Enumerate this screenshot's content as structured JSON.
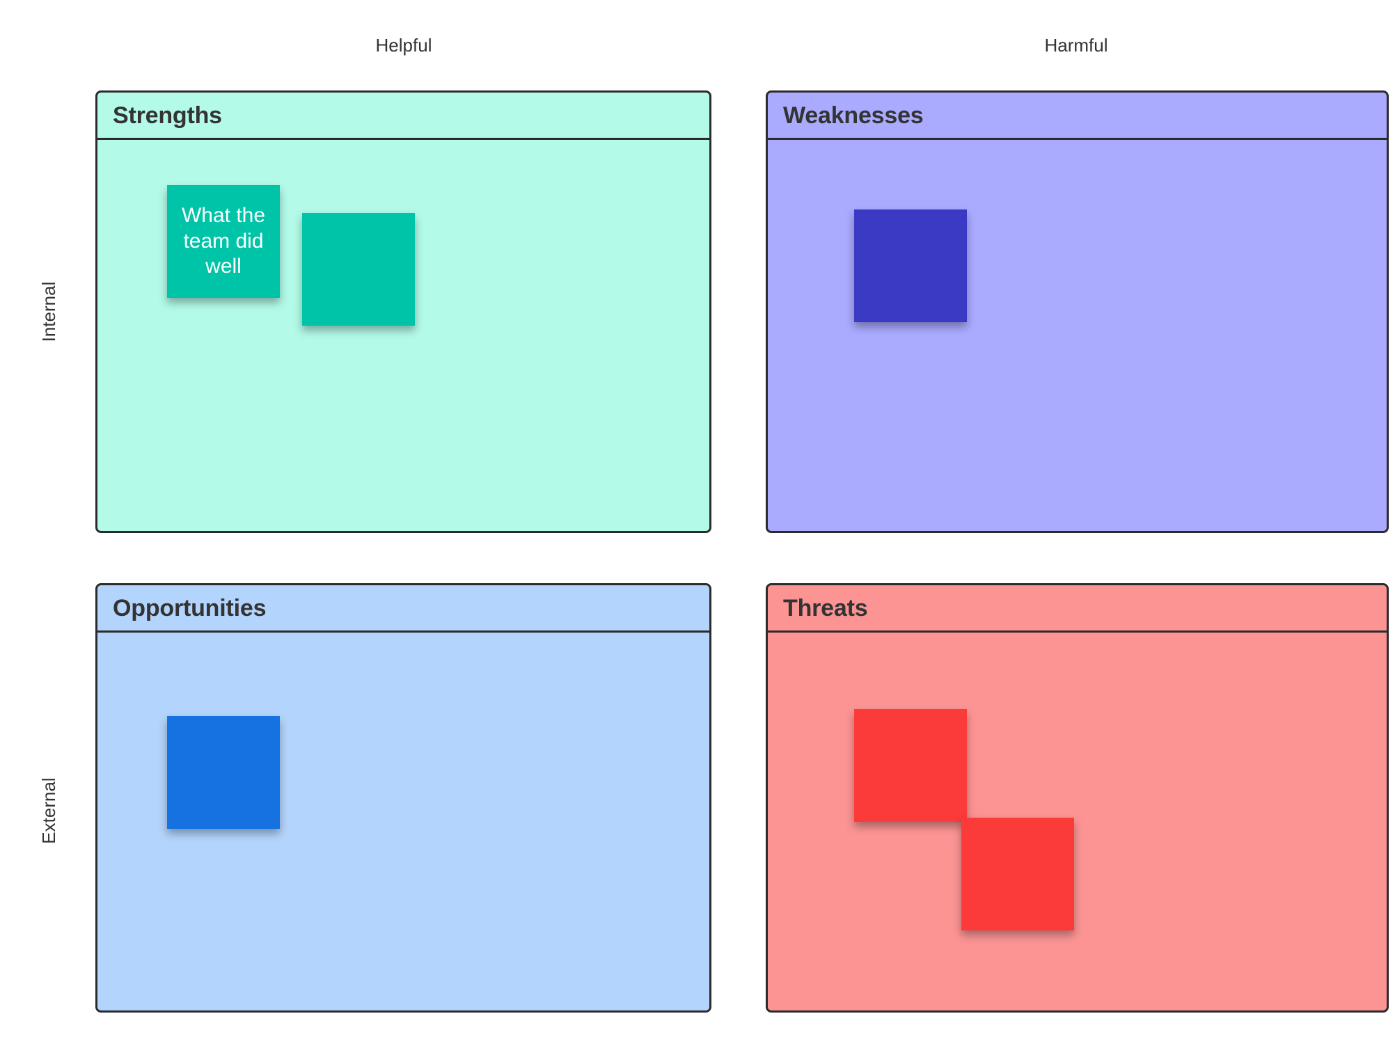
{
  "axes": {
    "columns": [
      {
        "id": "helpful",
        "label": "Helpful"
      },
      {
        "id": "harmful",
        "label": "Harmful"
      }
    ],
    "rows": [
      {
        "id": "internal",
        "label": "Internal"
      },
      {
        "id": "external",
        "label": "External"
      }
    ]
  },
  "quadrants": [
    {
      "id": "strengths",
      "title": "Strengths",
      "background_color": "#b3fae8",
      "note_color": "#00c4a7",
      "notes": [
        {
          "text": "What the team did well"
        },
        {
          "text": ""
        }
      ]
    },
    {
      "id": "weaknesses",
      "title": "Weaknesses",
      "background_color": "#aaaaff",
      "note_color": "#3a3ac4",
      "notes": [
        {
          "text": ""
        }
      ]
    },
    {
      "id": "opportunities",
      "title": "Opportunities",
      "background_color": "#b3d4fc",
      "note_color": "#1572e0",
      "notes": [
        {
          "text": ""
        }
      ]
    },
    {
      "id": "threats",
      "title": "Threats",
      "background_color": "#fc9494",
      "note_color": "#fb3a3a",
      "notes": [
        {
          "text": ""
        },
        {
          "text": ""
        }
      ]
    }
  ],
  "colors": {
    "border": "#2b2b2b",
    "title_text": "#333333",
    "axis_text": "#333333",
    "note_text": "#ffffff",
    "canvas": "#ffffff"
  }
}
